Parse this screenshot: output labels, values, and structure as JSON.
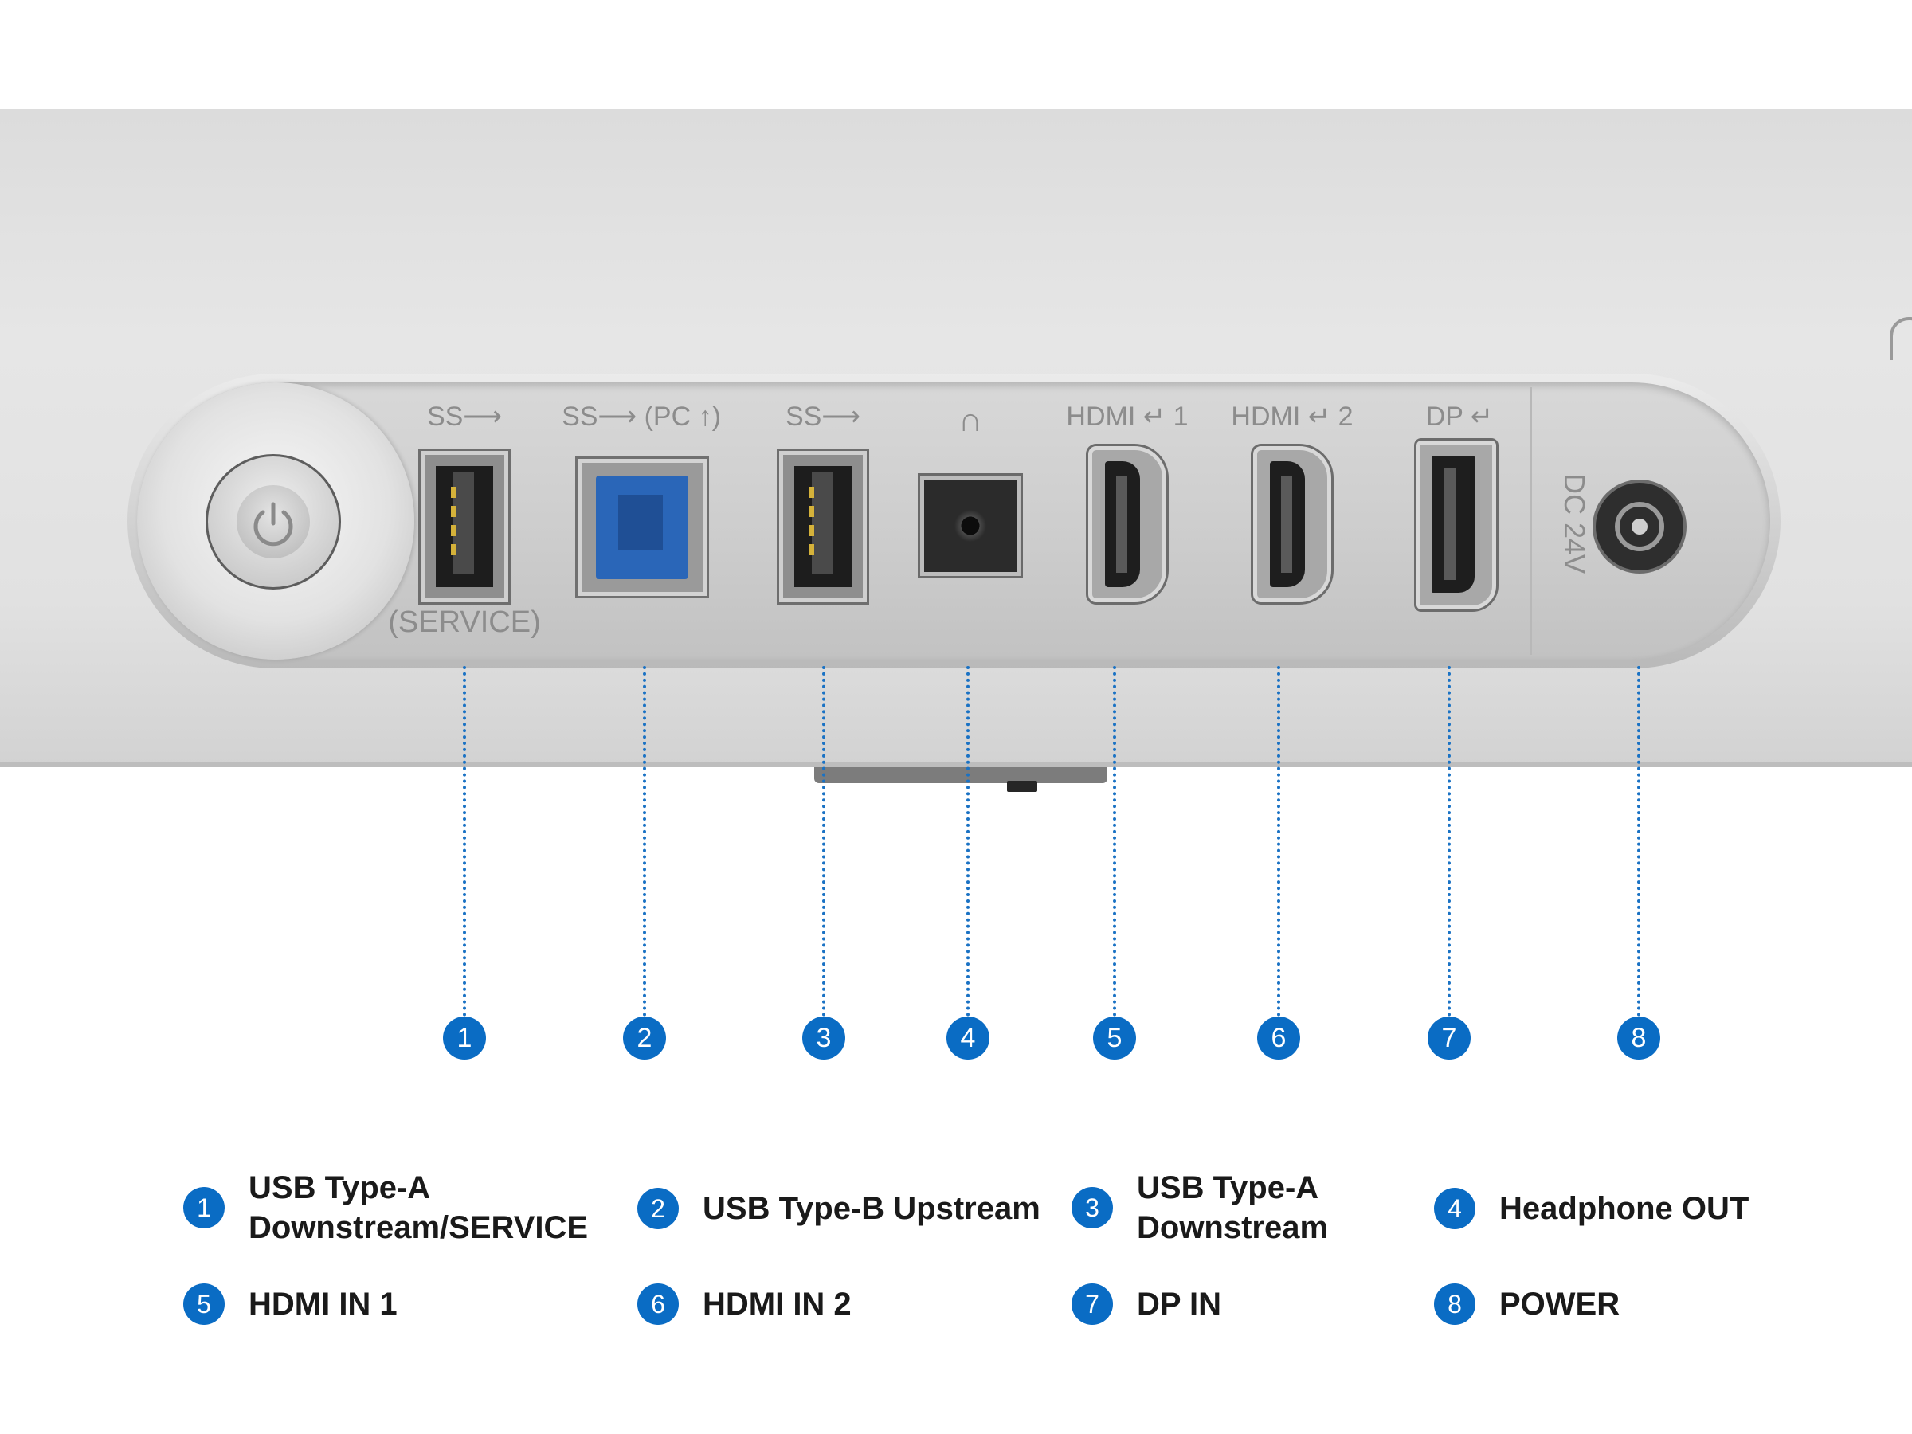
{
  "ports": [
    {
      "number": "1",
      "label": "SS⟶",
      "sub_label": "(SERVICE)"
    },
    {
      "number": "2",
      "label": "SS⟶ (PC ↑)"
    },
    {
      "number": "3",
      "label": "SS⟶"
    },
    {
      "number": "4",
      "label": "∩"
    },
    {
      "number": "5",
      "label": "HDMI ↵ 1"
    },
    {
      "number": "6",
      "label": "HDMI ↵ 2"
    },
    {
      "number": "7",
      "label": "DP ↵"
    },
    {
      "number": "8",
      "label": "DC 24V"
    }
  ],
  "legend": [
    {
      "number": "1",
      "text": "USB Type-A\nDownstream/SERVICE"
    },
    {
      "number": "2",
      "text": "USB Type-B Upstream"
    },
    {
      "number": "3",
      "text": "USB Type-A\nDownstream"
    },
    {
      "number": "4",
      "text": "Headphone OUT"
    },
    {
      "number": "5",
      "text": "HDMI IN 1"
    },
    {
      "number": "6",
      "text": "HDMI IN 2"
    },
    {
      "number": "7",
      "text": "DP IN"
    },
    {
      "number": "8",
      "text": "POWER"
    }
  ],
  "colors": {
    "callout_blue": "#0a6cc4",
    "usb_b_blue": "#2a66b8"
  }
}
